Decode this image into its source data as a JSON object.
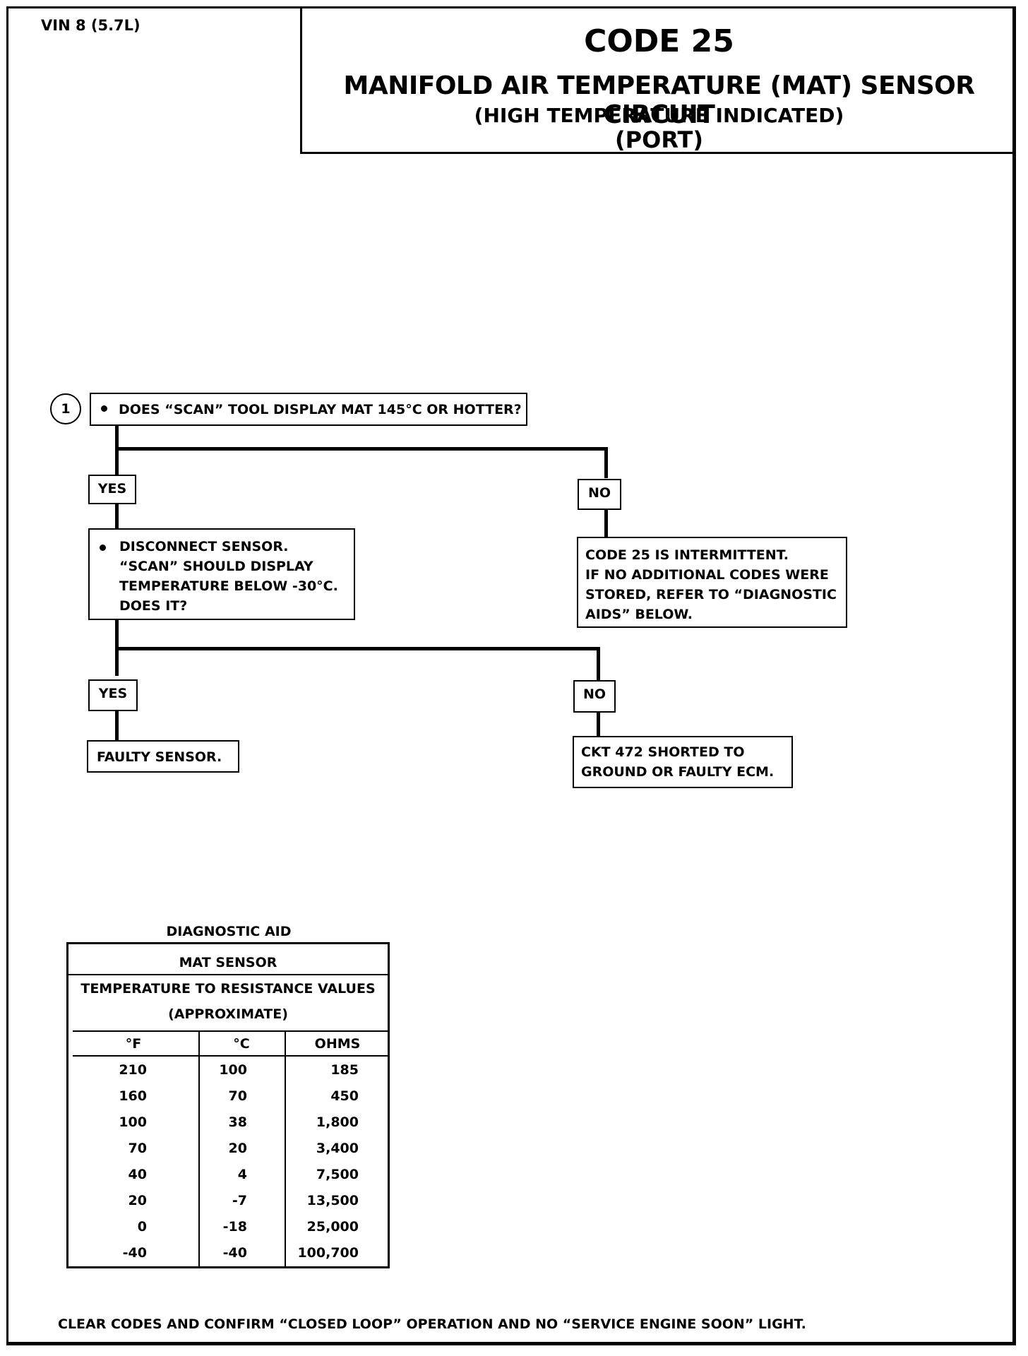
{
  "header": {
    "vin": "VIN 8 (5.7L)",
    "code": "CODE 25",
    "title": "MANIFOLD AIR TEMPERATURE (MAT) SENSOR CIRCUIT",
    "subtitle": "(HIGH TEMPERATURE INDICATED)",
    "variant": "(PORT)"
  },
  "flowchart": {
    "step_number": "1",
    "question1": "DOES “SCAN” TOOL DISPLAY MAT 145°C OR HOTTER?",
    "yes1": "YES",
    "no1": "NO",
    "question2": {
      "line1": "DISCONNECT SENSOR.",
      "line2": "“SCAN” SHOULD DISPLAY",
      "line3": "TEMPERATURE BELOW -30°C.",
      "line4": "DOES IT?"
    },
    "no1_result": {
      "line1": "CODE 25 IS INTERMITTENT.",
      "line2": "IF NO ADDITIONAL CODES WERE",
      "line3": "STORED, REFER TO  “DIAGNOSTIC",
      "line4": "AIDS”  BELOW."
    },
    "yes2": "YES",
    "no2": "NO",
    "yes2_result": "FAULTY SENSOR.",
    "no2_result": {
      "line1": "CKT  472  SHORTED TO",
      "line2": "GROUND OR FAULTY ECM."
    }
  },
  "diagnostic_aid": {
    "title": "DIAGNOSTIC AID",
    "table_title": "MAT SENSOR",
    "table_subtitle": "TEMPERATURE TO RESISTANCE VALUES",
    "table_note": "(APPROXIMATE)",
    "columns": [
      "°F",
      "°C",
      "OHMS"
    ],
    "rows": [
      [
        "210",
        "100",
        "185"
      ],
      [
        "160",
        "70",
        "450"
      ],
      [
        "100",
        "38",
        "1,800"
      ],
      [
        "70",
        "20",
        "3,400"
      ],
      [
        "40",
        "4",
        "7,500"
      ],
      [
        "20",
        "-7",
        "13,500"
      ],
      [
        "0",
        "-18",
        "25,000"
      ],
      [
        "-40",
        "-40",
        "100,700"
      ]
    ]
  },
  "footer": "CLEAR CODES AND CONFIRM “CLOSED LOOP”  OPERATION AND NO “SERVICE ENGINE SOON” LIGHT."
}
